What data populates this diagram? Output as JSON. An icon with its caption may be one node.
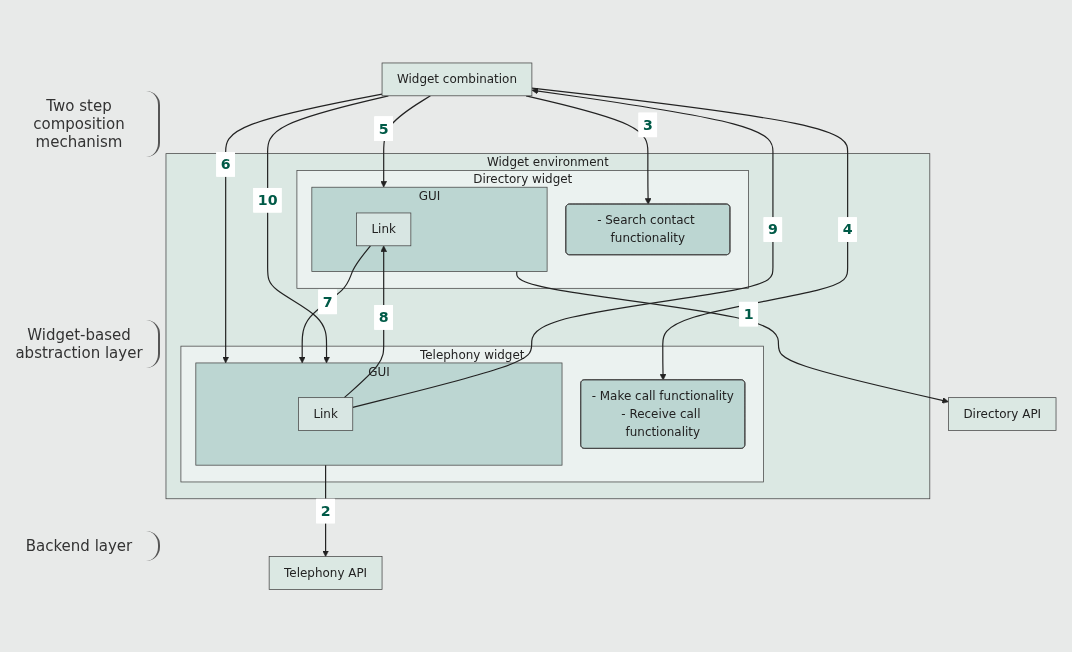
{
  "diagram": {
    "nodes": [
      {
        "text": [
          "Widget combination"
        ]
      },
      {
        "text": [
          "Widget environment"
        ]
      },
      {
        "text": [
          "Directory widget"
        ],
        "in": 1
      },
      {
        "text": [
          "GUI"
        ],
        "in": 2
      },
      {
        "text": [
          "Link"
        ],
        "in": 3
      },
      {
        "text": [
          "- Search contact functionality"
        ],
        "in": 2
      },
      {
        "text": [
          "Telephony widget"
        ],
        "in": 1
      },
      {
        "text": [
          "GUI"
        ],
        "in": 6
      },
      {
        "text": [
          "Link"
        ],
        "in": 7
      },
      {
        "text": [
          "- Make call functionality",
          "- Receive call functionality"
        ],
        "in": 6
      },
      {
        "text": [
          "Directory API"
        ]
      },
      {
        "text": [
          "Telephony API"
        ]
      }
    ],
    "edges": [
      {
        "from": 3,
        "to": 10,
        "arrow": "to",
        "label": "1"
      },
      {
        "from": 7,
        "to": 11,
        "arrow": "to",
        "label": "2"
      },
      {
        "from": 0,
        "to": 5,
        "arrow": "to",
        "label": "3"
      },
      {
        "from": 0,
        "to": 9,
        "arrow": "to",
        "label": "4"
      },
      {
        "from": 0,
        "to": 3,
        "arrow": "to",
        "label": "5"
      },
      {
        "from": 0,
        "to": 7,
        "arrow": "to",
        "label": "6"
      },
      {
        "from": 4,
        "to": 7,
        "arrow": "to",
        "label": "7"
      },
      {
        "from": 8,
        "to": 4,
        "arrow": "to",
        "label": "8"
      },
      {
        "from": 8,
        "to": 0,
        "arrow": "to",
        "label": "9"
      },
      {
        "from": 0,
        "to": 7,
        "arrow": "to",
        "label": "10"
      }
    ],
    "labels": [
      "Two step composition mechanism",
      "Widget-based abstraction layer",
      "Backend layer"
    ]
  }
}
